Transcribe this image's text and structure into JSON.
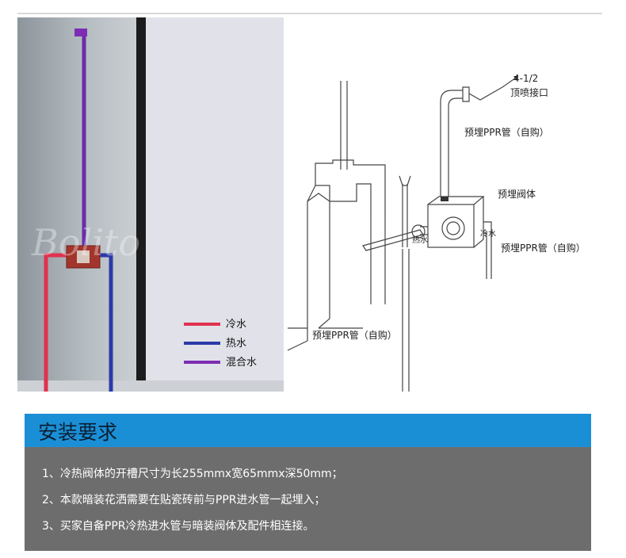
{
  "photo": {
    "watermark": "Bolito",
    "legend": [
      {
        "label": "冷水",
        "color": "#e0314f",
        "icon": "red-line"
      },
      {
        "label": "热水",
        "color": "#2b3aa8",
        "icon": "blue-line"
      },
      {
        "label": "混合水",
        "color": "#7d2db3",
        "icon": "purple-line"
      }
    ]
  },
  "diagram": {
    "top_connector_size": "4-1/2",
    "top_connector_label": "顶喷接口",
    "ppr_top": "预埋PPR管（自购）",
    "valve_body": "预埋阀体",
    "cold_water": "冷水",
    "hot_water": "热水",
    "ppr_right": "预埋PPR管（自购）",
    "ppr_bottom": "预埋PPR管（自购）"
  },
  "requirements": {
    "title": "安装要求",
    "items": [
      "1、冷热阀体的开槽尺寸为长255mmx宽65mmx深50mm；",
      "2、本款暗装花洒需要在贴瓷砖前与PPR进水管一起埋入；",
      "3、买家自备PPR冷热进水管与暗装阀体及配件相连接。"
    ]
  }
}
